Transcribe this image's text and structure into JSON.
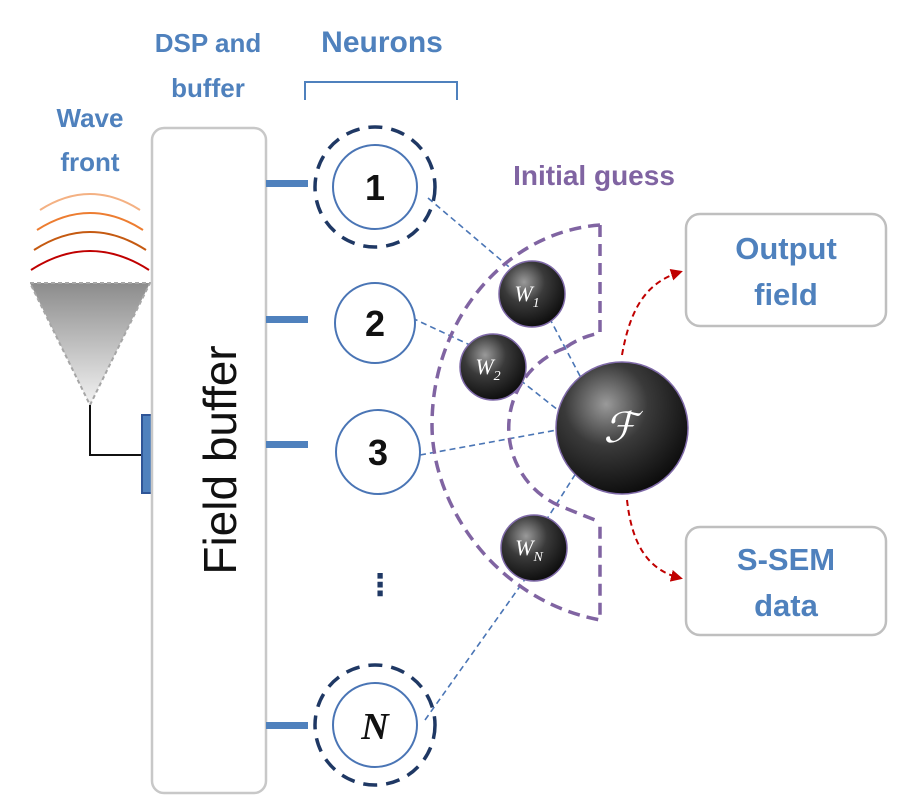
{
  "labels": {
    "dsp_line1": "DSP and",
    "dsp_line2": "buffer",
    "neurons": "Neurons",
    "wave_line1": "Wave",
    "wave_line2": "front",
    "initial_guess": "Initial guess",
    "field_buffer": "Field buffer"
  },
  "neurons": [
    {
      "label": "1"
    },
    {
      "label": "2"
    },
    {
      "label": "3"
    },
    {
      "label": "⋮"
    },
    {
      "label": "N"
    }
  ],
  "weights": [
    {
      "base": "W",
      "sub": "1"
    },
    {
      "base": "W",
      "sub": "2"
    },
    {
      "base": "W",
      "sub": "N"
    }
  ],
  "function_symbol": "ℱ",
  "outputs": {
    "output_field_line1": "Output",
    "output_field_line2": "field",
    "ssem_line1": "S-SEM",
    "ssem_line2": "data"
  },
  "colors": {
    "label_blue": "#4f81bd",
    "label_purple": "#8064a2",
    "neuron_ring_dark": "#1f3864",
    "connector_blue": "#4a75b5",
    "arrow_red": "#c00000",
    "box_border": "#bfbfbf",
    "node_dark": "#2b2b2b"
  }
}
